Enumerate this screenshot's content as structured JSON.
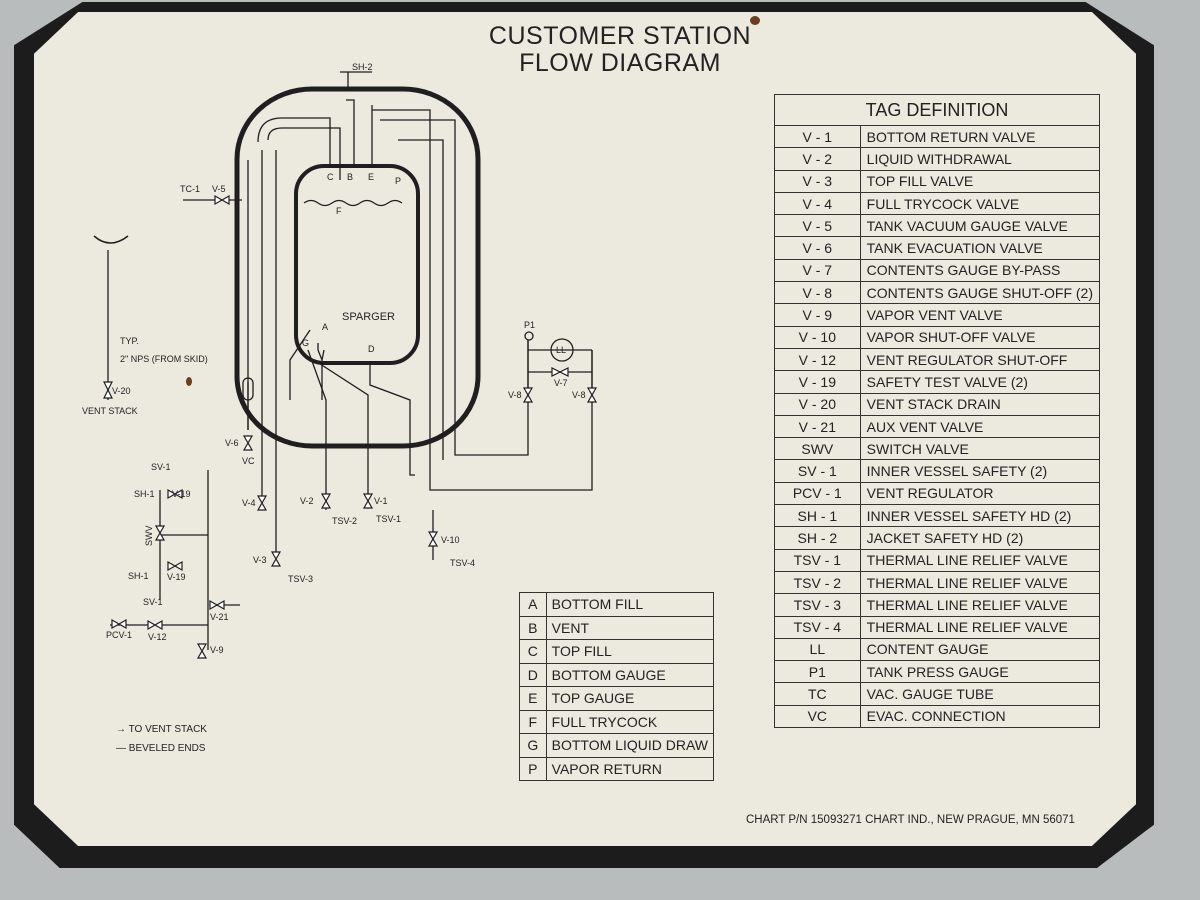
{
  "title": {
    "line1": "CUSTOMER STATION",
    "line2": "FLOW DIAGRAM"
  },
  "tag_table": {
    "header": "TAG DEFINITION",
    "rows": [
      {
        "tag": "V - 1",
        "definition": "BOTTOM RETURN VALVE"
      },
      {
        "tag": "V - 2",
        "definition": "LIQUID WITHDRAWAL"
      },
      {
        "tag": "V - 3",
        "definition": "TOP FILL VALVE"
      },
      {
        "tag": "V - 4",
        "definition": "FULL TRYCOCK VALVE"
      },
      {
        "tag": "V - 5",
        "definition": "TANK VACUUM GAUGE VALVE"
      },
      {
        "tag": "V - 6",
        "definition": "TANK EVACUATION VALVE"
      },
      {
        "tag": "V - 7",
        "definition": "CONTENTS GAUGE BY-PASS"
      },
      {
        "tag": "V - 8",
        "definition": "CONTENTS GAUGE SHUT-OFF (2)"
      },
      {
        "tag": "V - 9",
        "definition": "VAPOR VENT VALVE"
      },
      {
        "tag": "V - 10",
        "definition": "VAPOR SHUT-OFF VALVE"
      },
      {
        "tag": "V - 12",
        "definition": "VENT REGULATOR SHUT-OFF"
      },
      {
        "tag": "V - 19",
        "definition": "SAFETY TEST VALVE (2)"
      },
      {
        "tag": "V - 20",
        "definition": "VENT STACK DRAIN"
      },
      {
        "tag": "V - 21",
        "definition": "AUX VENT VALVE"
      },
      {
        "tag": "SWV",
        "definition": "SWITCH VALVE"
      },
      {
        "tag": "SV - 1",
        "definition": "INNER VESSEL SAFETY (2)"
      },
      {
        "tag": "PCV - 1",
        "definition": "VENT REGULATOR"
      },
      {
        "tag": "SH - 1",
        "definition": "INNER VESSEL SAFETY HD (2)"
      },
      {
        "tag": "SH - 2",
        "definition": "JACKET SAFETY HD (2)"
      },
      {
        "tag": "TSV - 1",
        "definition": "THERMAL LINE RELIEF VALVE"
      },
      {
        "tag": "TSV - 2",
        "definition": "THERMAL LINE RELIEF VALVE"
      },
      {
        "tag": "TSV - 3",
        "definition": "THERMAL LINE RELIEF VALVE"
      },
      {
        "tag": "TSV - 4",
        "definition": "THERMAL LINE RELIEF VALVE"
      },
      {
        "tag": "LL",
        "definition": "CONTENT GAUGE"
      },
      {
        "tag": "P1",
        "definition": "TANK PRESS GAUGE"
      },
      {
        "tag": "TC",
        "definition": "VAC. GAUGE TUBE"
      },
      {
        "tag": "VC",
        "definition": "EVAC. CONNECTION"
      }
    ]
  },
  "legend": [
    {
      "letter": "A",
      "meaning": "BOTTOM FILL"
    },
    {
      "letter": "B",
      "meaning": "VENT"
    },
    {
      "letter": "C",
      "meaning": "TOP FILL"
    },
    {
      "letter": "D",
      "meaning": "BOTTOM GAUGE"
    },
    {
      "letter": "E",
      "meaning": "TOP GAUGE"
    },
    {
      "letter": "F",
      "meaning": "FULL TRYCOCK"
    },
    {
      "letter": "G",
      "meaning": "BOTTOM LIQUID DRAW"
    },
    {
      "letter": "P",
      "meaning": "VAPOR RETURN"
    }
  ],
  "diagram_labels": {
    "sh2": "SH-2",
    "tc1": "TC-1",
    "v5": "V-5",
    "sparger": "SPARGER",
    "conn_c": "C",
    "conn_b": "B",
    "conn_e": "E",
    "conn_p": "P",
    "conn_f": "F",
    "conn_a": "A",
    "conn_g": "G",
    "conn_d": "D",
    "typ": "TYP.",
    "nps": "2\" NPS (FROM SKID)",
    "v20": "V-20",
    "vent_stack": "VENT STACK",
    "p1": "P1",
    "ll": "LL",
    "v7": "V-7",
    "v8a": "V-8",
    "v8b": "V-8",
    "v6": "V-6",
    "vc": "VC",
    "v4": "V-4",
    "v2": "V-2",
    "tsv2": "TSV-2",
    "v1": "V-1",
    "tsv1": "TSV-1",
    "v3": "V-3",
    "tsv3": "TSV-3",
    "v10": "V-10",
    "tsv4": "TSV-4",
    "sv1a": "SV-1",
    "sh1a": "SH-1",
    "v19a": "V-19",
    "swv": "SWV",
    "sh1b": "SH-1",
    "v19b": "V-19",
    "sv1b": "SV-1",
    "pcv1": "PCV-1",
    "v12": "V-12",
    "v21": "V-21",
    "v9": "V-9"
  },
  "notes": {
    "to_vent_stack": "TO VENT STACK",
    "beveled_ends": "BEVELED ENDS"
  },
  "footer": "CHART P/N 15093271 CHART IND., NEW PRAGUE, MN 56071"
}
